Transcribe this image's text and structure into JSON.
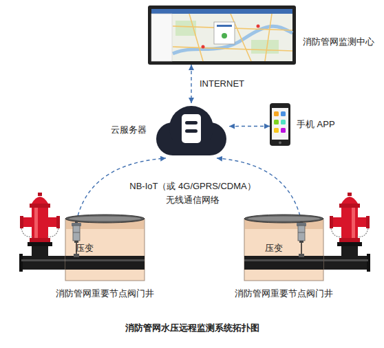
{
  "diagram": {
    "caption": "消防管网水压远程监测系统拓扑图",
    "nodes": [
      {
        "text": [
          "消防管网监测中心"
        ]
      },
      {
        "text": [
          "云服务器"
        ]
      },
      {
        "text": [
          "手机 APP"
        ]
      },
      {
        "text": [
          "消防管网重要节点阀门井"
        ]
      },
      {
        "text": [
          "压变"
        ],
        "in": 3
      },
      {
        "text": [
          "消防管网重要节点阀门井"
        ]
      },
      {
        "text": [
          "压变"
        ],
        "in": 5
      }
    ],
    "edges": [
      {
        "from": 0,
        "to": 1,
        "arrow": "both",
        "label": "INTERNET"
      },
      {
        "from": 1,
        "to": 2,
        "arrow": "both"
      },
      {
        "from": 4,
        "to": 1,
        "arrow": "to"
      },
      {
        "from": 6,
        "to": 1,
        "arrow": "to"
      }
    ],
    "labels": [
      "NB-IoT（或 4G/GPRS/CDMA）",
      "无线通信网络"
    ]
  }
}
